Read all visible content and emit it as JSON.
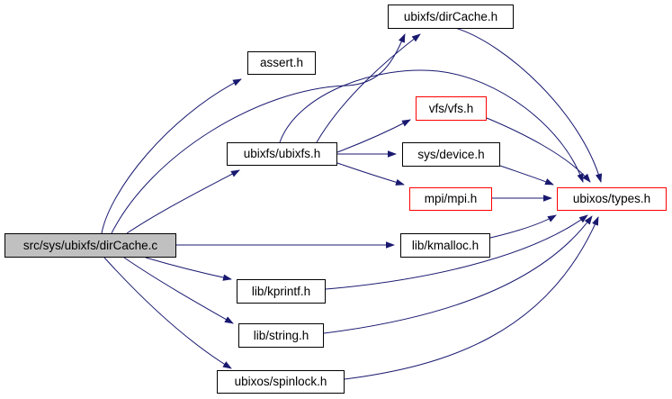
{
  "diagram": {
    "kind": "include-dependency-graph",
    "root_file": "src/sys/ubixfs/dirCache.c",
    "colors": {
      "background": "#ffffff",
      "edge": "#191970",
      "text": "#000000",
      "node_fill": "#ffffff",
      "node_border": "#000000",
      "truncated_node_border": "#ff0000",
      "root_node_fill": "#c0c0c0"
    },
    "nodes": [
      {
        "id": "dircache_c",
        "label": "src/sys/ubixfs/dirCache.c",
        "style": "root"
      },
      {
        "id": "assert_h",
        "label": "assert.h",
        "style": "default"
      },
      {
        "id": "dircache_h",
        "label": "ubixfs/dirCache.h",
        "style": "default"
      },
      {
        "id": "ubixfs_h",
        "label": "ubixfs/ubixfs.h",
        "style": "default"
      },
      {
        "id": "vfs_h",
        "label": "vfs/vfs.h",
        "style": "truncated"
      },
      {
        "id": "device_h",
        "label": "sys/device.h",
        "style": "default"
      },
      {
        "id": "mpi_h",
        "label": "mpi/mpi.h",
        "style": "truncated"
      },
      {
        "id": "types_h",
        "label": "ubixos/types.h",
        "style": "truncated"
      },
      {
        "id": "kmalloc_h",
        "label": "lib/kmalloc.h",
        "style": "default"
      },
      {
        "id": "kprintf_h",
        "label": "lib/kprintf.h",
        "style": "default"
      },
      {
        "id": "string_h",
        "label": "lib/string.h",
        "style": "default"
      },
      {
        "id": "spinlock_h",
        "label": "ubixos/spinlock.h",
        "style": "default"
      }
    ],
    "edges": [
      {
        "from": "src/sys/ubixfs/dirCache.c",
        "to": "assert.h"
      },
      {
        "from": "src/sys/ubixfs/dirCache.c",
        "to": "ubixfs/dirCache.h"
      },
      {
        "from": "src/sys/ubixfs/dirCache.c",
        "to": "ubixfs/ubixfs.h"
      },
      {
        "from": "src/sys/ubixfs/dirCache.c",
        "to": "lib/kmalloc.h"
      },
      {
        "from": "src/sys/ubixfs/dirCache.c",
        "to": "lib/kprintf.h"
      },
      {
        "from": "src/sys/ubixfs/dirCache.c",
        "to": "lib/string.h"
      },
      {
        "from": "src/sys/ubixfs/dirCache.c",
        "to": "ubixos/spinlock.h"
      },
      {
        "from": "ubixfs/ubixfs.h",
        "to": "ubixfs/dirCache.h"
      },
      {
        "from": "ubixfs/ubixfs.h",
        "to": "vfs/vfs.h"
      },
      {
        "from": "ubixfs/ubixfs.h",
        "to": "sys/device.h"
      },
      {
        "from": "ubixfs/ubixfs.h",
        "to": "mpi/mpi.h"
      },
      {
        "from": "ubixfs/ubixfs.h",
        "to": "ubixos/types.h"
      },
      {
        "from": "ubixfs/dirCache.h",
        "to": "ubixos/types.h"
      },
      {
        "from": "vfs/vfs.h",
        "to": "ubixos/types.h"
      },
      {
        "from": "sys/device.h",
        "to": "ubixos/types.h"
      },
      {
        "from": "mpi/mpi.h",
        "to": "ubixos/types.h"
      },
      {
        "from": "lib/kmalloc.h",
        "to": "ubixos/types.h"
      },
      {
        "from": "lib/kprintf.h",
        "to": "ubixos/types.h"
      },
      {
        "from": "lib/string.h",
        "to": "ubixos/types.h"
      },
      {
        "from": "ubixos/spinlock.h",
        "to": "ubixos/types.h"
      }
    ]
  }
}
